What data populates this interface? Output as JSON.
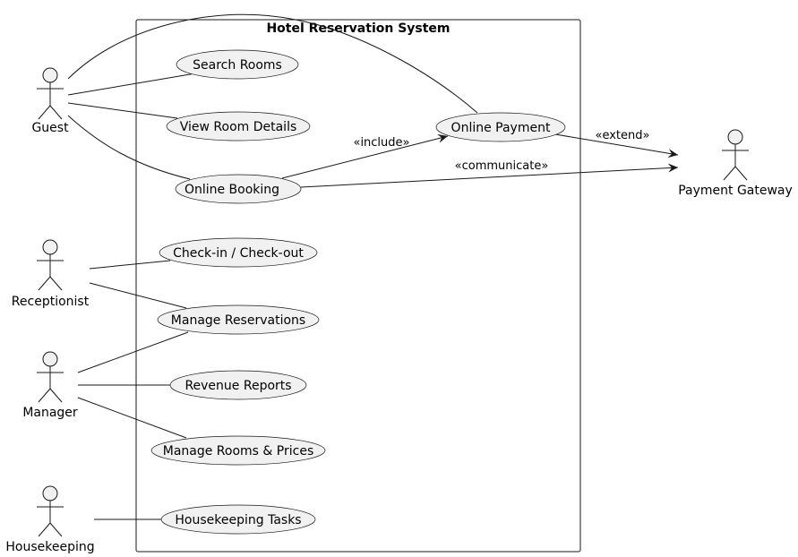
{
  "system": {
    "title": "Hotel Reservation System"
  },
  "actors": {
    "guest": "Guest",
    "receptionist": "Receptionist",
    "manager": "Manager",
    "housekeeping": "Housekeeping",
    "payment_gateway": "Payment Gateway"
  },
  "use_cases": {
    "search_rooms": "Search Rooms",
    "view_room_details": "View Room Details",
    "online_booking": "Online Booking",
    "online_payment": "Online Payment",
    "checkin_checkout": "Check-in / Check-out",
    "manage_reservations": "Manage Reservations",
    "revenue_reports": "Revenue Reports",
    "manage_rooms_prices": "Manage Rooms & Prices",
    "housekeeping_tasks": "Housekeeping Tasks"
  },
  "relations": {
    "include": "«include»",
    "extend": "«extend»",
    "communicate": "«communicate»"
  },
  "colors": {
    "fill": "#f1f1f1",
    "stroke": "#181818"
  }
}
